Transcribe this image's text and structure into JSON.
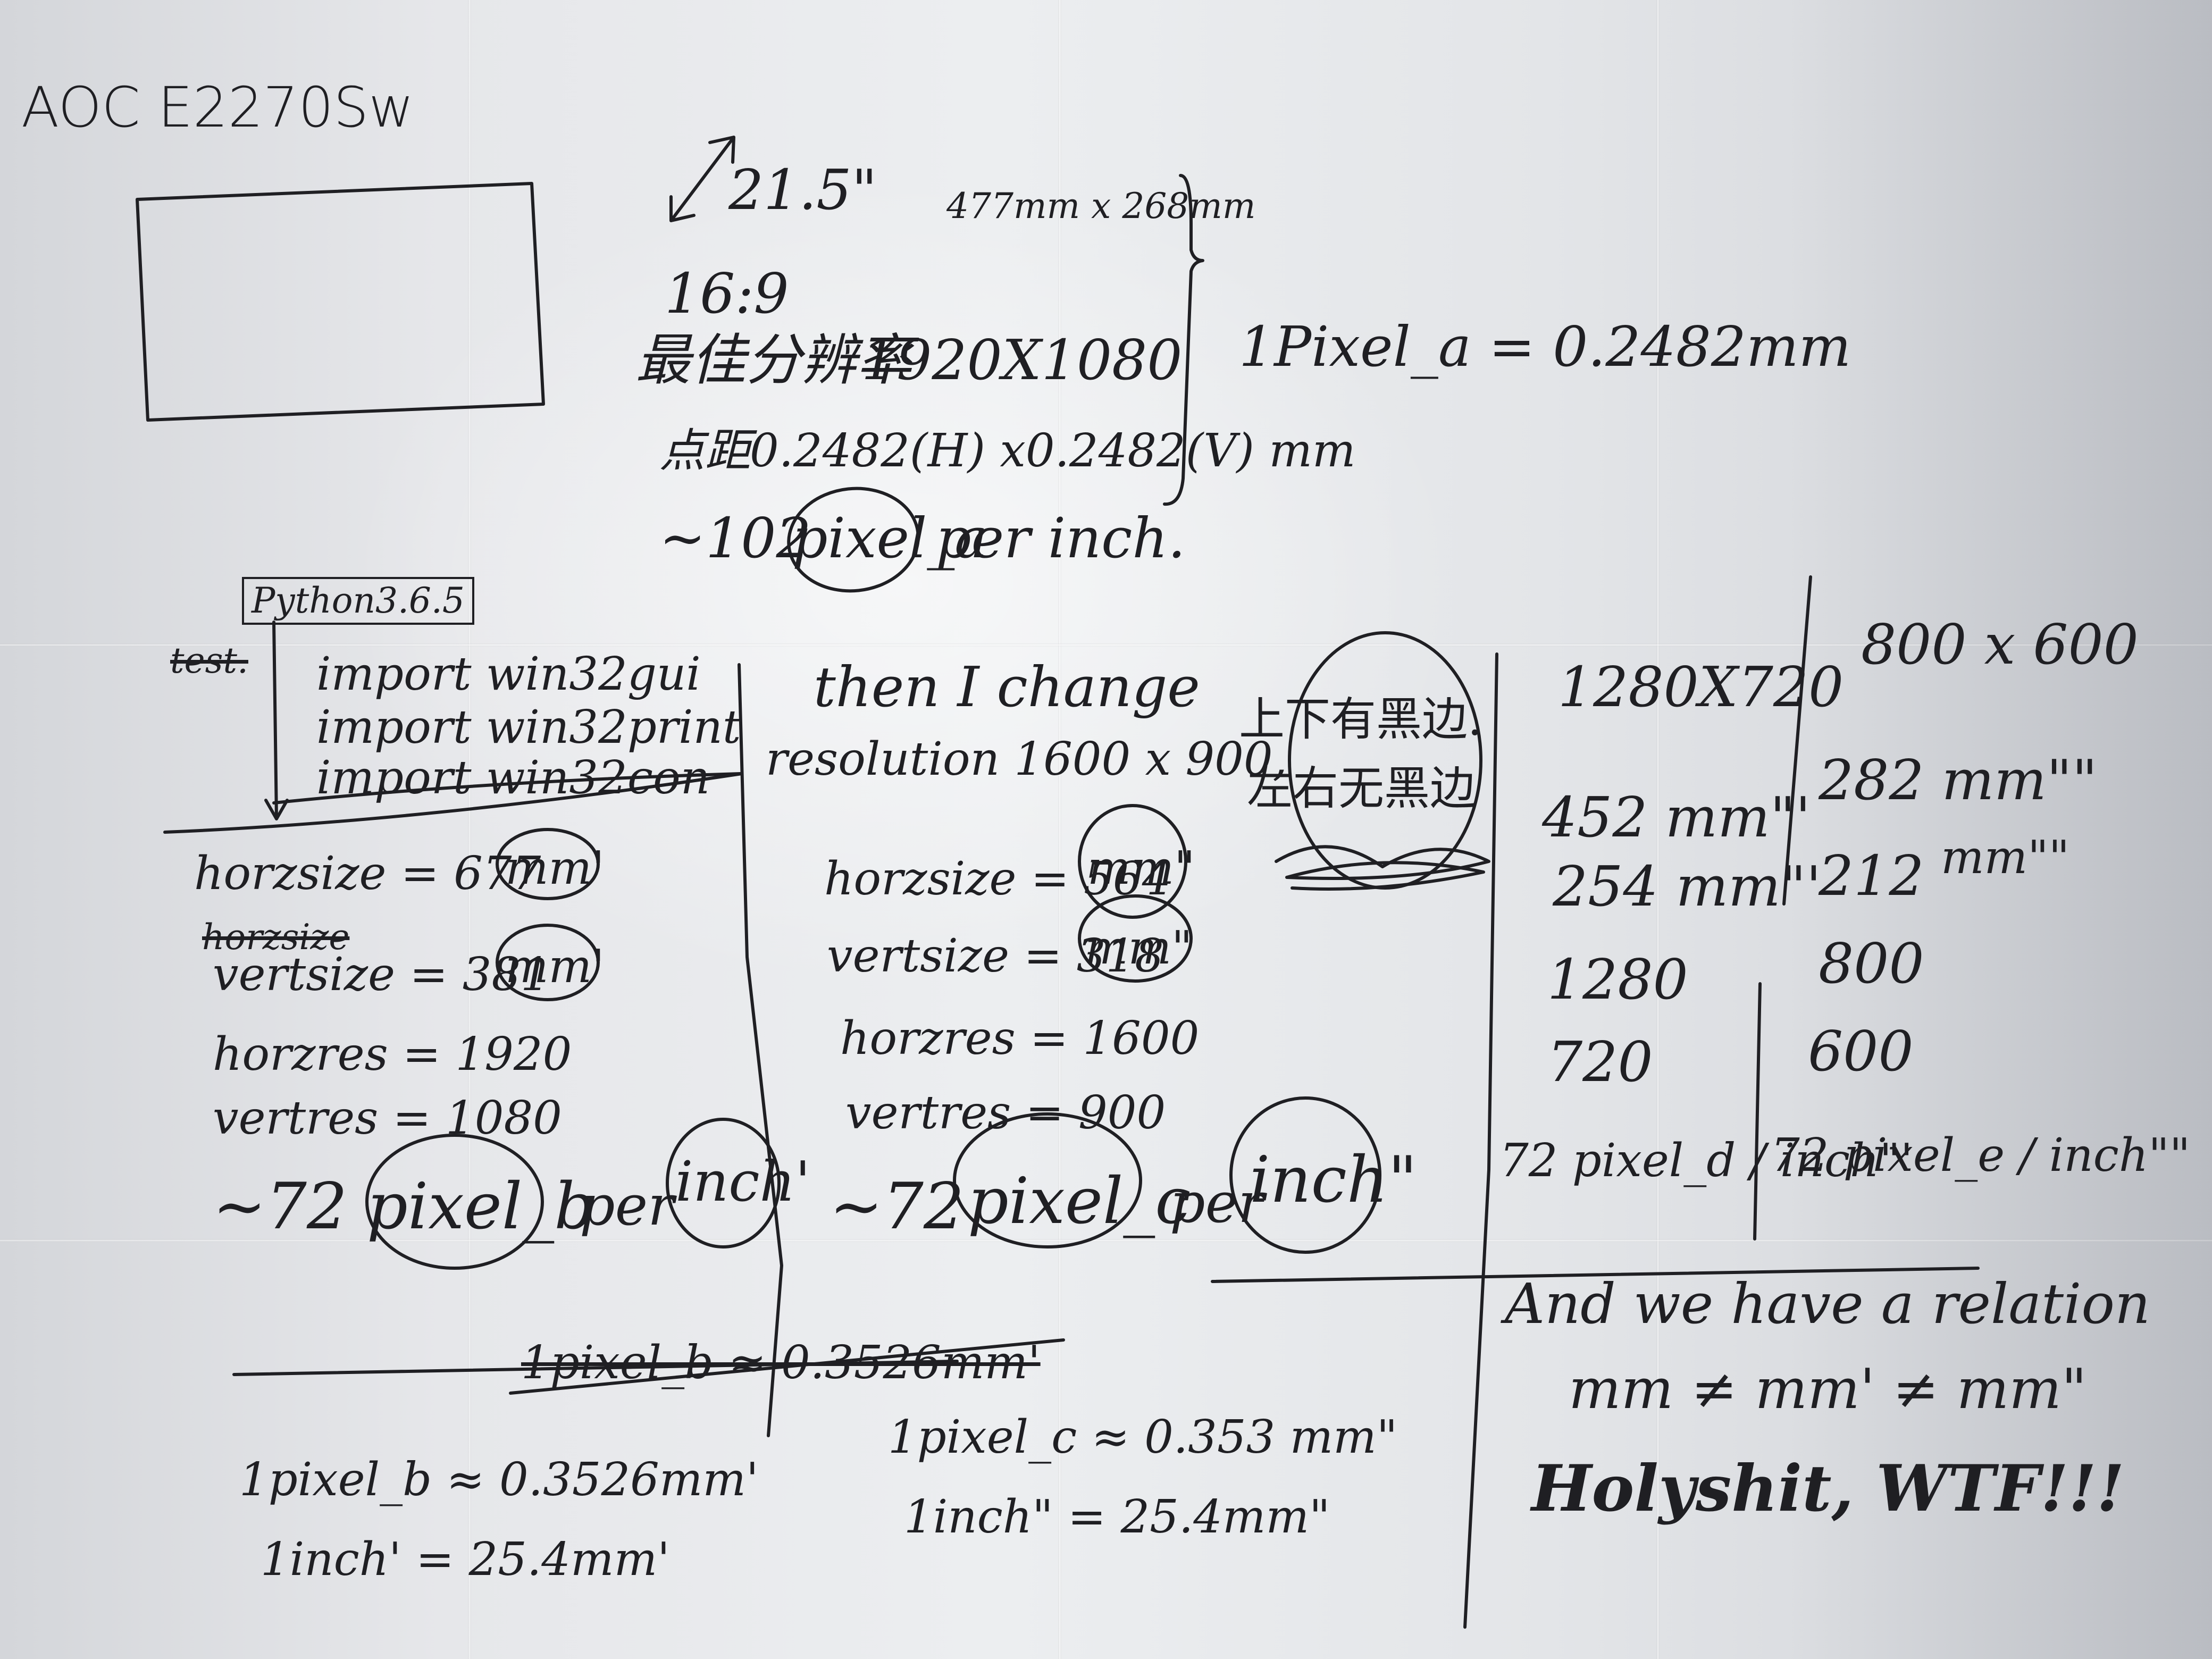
{
  "ink_color": "#1f1f23",
  "paper_color": "#e8e9ec",
  "monitor": {
    "model": "AOC E2270Sw",
    "diagonal": "21.5\"",
    "dimensions": "477mm x 268mm",
    "aspect_ratio": "16:9",
    "best_resolution_label": "最佳分辨率",
    "best_resolution": "1920X1080",
    "dot_pitch_label": "点距",
    "dot_pitch": "0.2482(H) x0.2482(V) mm",
    "ppi_prefix": "~102",
    "ppi_unit": "pixel_a",
    "ppi_suffix": "per inch.",
    "pixel_a_eq": "1Pixel_a = 0.2482mm"
  },
  "python": {
    "version_tag": "Python3.6.5",
    "crossed_word": "test.",
    "imports": [
      "import win32gui",
      "import win32print",
      "import win32con"
    ]
  },
  "res_1920": {
    "horzsize": "horzsize = 677",
    "horzsize_unit": "mm'",
    "crossed": "horzsize",
    "vertsize": "vertsize = 381",
    "vertsize_unit": "mm'",
    "horzres": "horzres = 1920",
    "vertres": "vertres = 1080",
    "ppi_prefix": "~72",
    "ppi_unit": "pixel_b",
    "per": "per",
    "inch": "inch'",
    "crossed_eq": "1pixel_b ≈ 0.3526mm'",
    "pixel_eq": "1pixel_b ≈ 0.3526mm'",
    "inch_eq": "1inch' = 25.4mm'"
  },
  "res_1600": {
    "intro_1": "then I change",
    "intro_2": "resolution 1600 x 900,",
    "note_1": "上下有黑边.",
    "note_2": "左右无黑边",
    "horzsize": "horzsize = 564",
    "horzsize_unit": "mm\"",
    "vertsize": "vertsize = 318",
    "vertsize_unit": "mm\"",
    "horzres": "horzres = 1600",
    "vertres": "vertres = 900",
    "ppi_prefix": "~72",
    "ppi_unit": "pixel_c",
    "per": "per",
    "inch": "inch\"",
    "pixel_eq": "1pixel_c ≈ 0.353 mm\"",
    "inch_eq": "1inch\" = 25.4mm\""
  },
  "res_1280": {
    "title": "1280X720",
    "horzsize": "452 mm\"'",
    "vertsize": "254 mm\"'",
    "horzres": "1280",
    "vertres": "720",
    "ppi": "72 pixel_d / inch\"'"
  },
  "res_800": {
    "title": "800 x 600",
    "horzsize": "282 mm\"\"",
    "vertsize": "212",
    "vertsize_unit": "mm\"\"",
    "horzres": "800",
    "vertres": "600",
    "ppi": "72 pixel_e / inch\"\""
  },
  "conclusion": {
    "line_1": "And we have a relation",
    "line_2": "mm ≠ mm' ≠ mm\"",
    "line_3": "Holyshit, WTF!!!"
  }
}
